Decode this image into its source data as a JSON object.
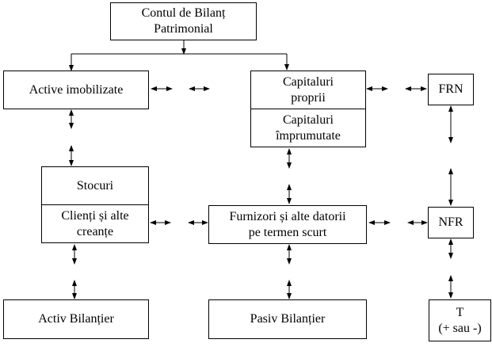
{
  "title": {
    "line1": "Contul de Bilanț",
    "line2": "Patrimonial"
  },
  "nodes": {
    "active_imobilizate": "Active imobilizate",
    "capitaluri_proprii": {
      "line1": "Capitaluri",
      "line2": "proprii"
    },
    "capitaluri_imprumutate": {
      "line1": "Capitaluri",
      "line2": "împrumutate"
    },
    "frn": "FRN",
    "stocuri": "Stocuri",
    "clienti": {
      "line1": "Clienți și alte",
      "line2": "creanțe"
    },
    "furnizori": {
      "line1": "Furnizori și alte datorii",
      "line2": "pe termen scurt"
    },
    "nfr": "NFR",
    "activ_bilantier": "Activ Bilanțier",
    "pasiv_bilantier": "Pasiv Bilanțier",
    "t": {
      "line1": "T",
      "line2": "(+ sau -)"
    }
  }
}
